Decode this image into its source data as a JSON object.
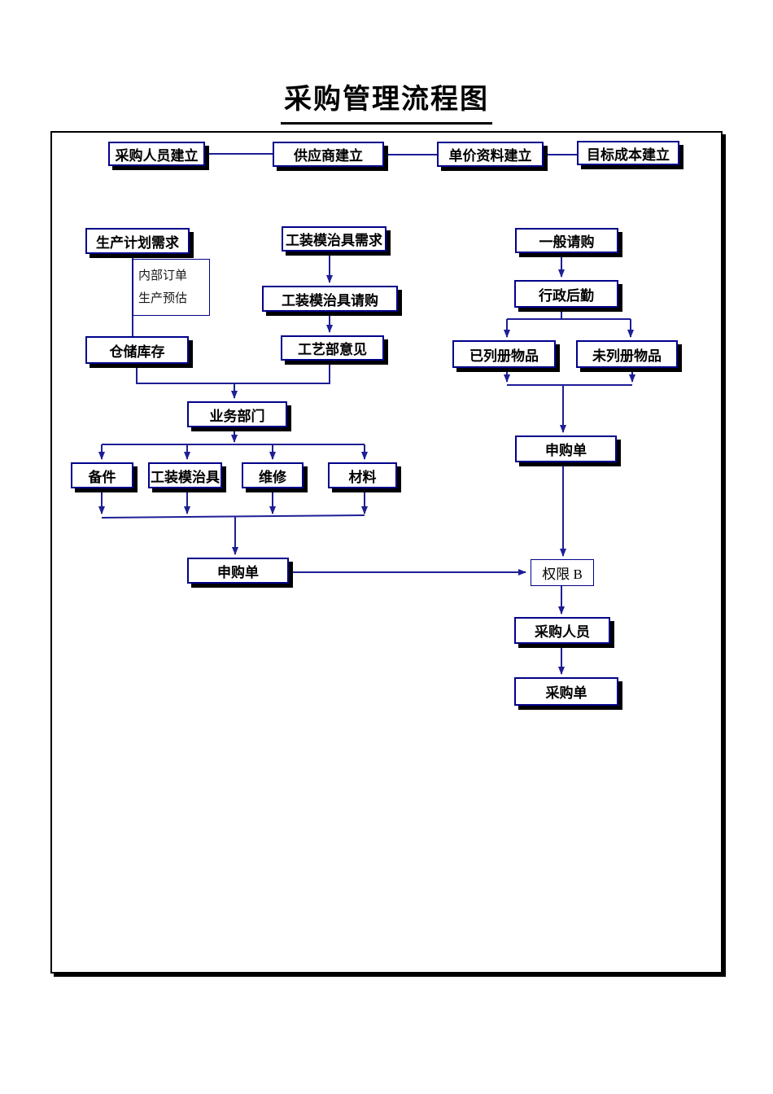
{
  "title": "采购管理流程图",
  "colors": {
    "box_border": "#00008B",
    "connector": "#1E1E96",
    "shadow": "#000000",
    "frame_border": "#000000",
    "text": "#000000"
  },
  "nodes": {
    "purchaser_setup": {
      "label": "采购人员建立"
    },
    "supplier_setup": {
      "label": "供应商建立"
    },
    "unit_price_setup": {
      "label": "单价资料建立"
    },
    "target_cost_setup": {
      "label": "目标成本建立"
    },
    "production_plan_demand": {
      "label": "生产计划需求"
    },
    "tooling_demand": {
      "label": "工装模治具需求"
    },
    "general_request": {
      "label": "一般请购"
    },
    "note": {
      "line1": "内部订单",
      "line2": "生产预估"
    },
    "tooling_request": {
      "label": "工装模治具请购"
    },
    "admin_logistics": {
      "label": "行政后勤"
    },
    "warehouse_stock": {
      "label": "仓储库存"
    },
    "craft_dept_opinion": {
      "label": "工艺部意见"
    },
    "listed_items": {
      "label": "已列册物品"
    },
    "unlisted_items": {
      "label": "未列册物品"
    },
    "business_dept": {
      "label": "业务部门"
    },
    "spare_parts": {
      "label": "备件"
    },
    "tooling_category": {
      "label": "工装模治具"
    },
    "maintenance": {
      "label": "维修"
    },
    "materials": {
      "label": "材料"
    },
    "purchase_request_left": {
      "label": "申购单"
    },
    "purchase_request_right": {
      "label": "申购单"
    },
    "authority_b": {
      "label": "权限 B"
    },
    "purchasing_staff": {
      "label": "采购人员"
    },
    "purchase_order": {
      "label": "采购单"
    }
  }
}
